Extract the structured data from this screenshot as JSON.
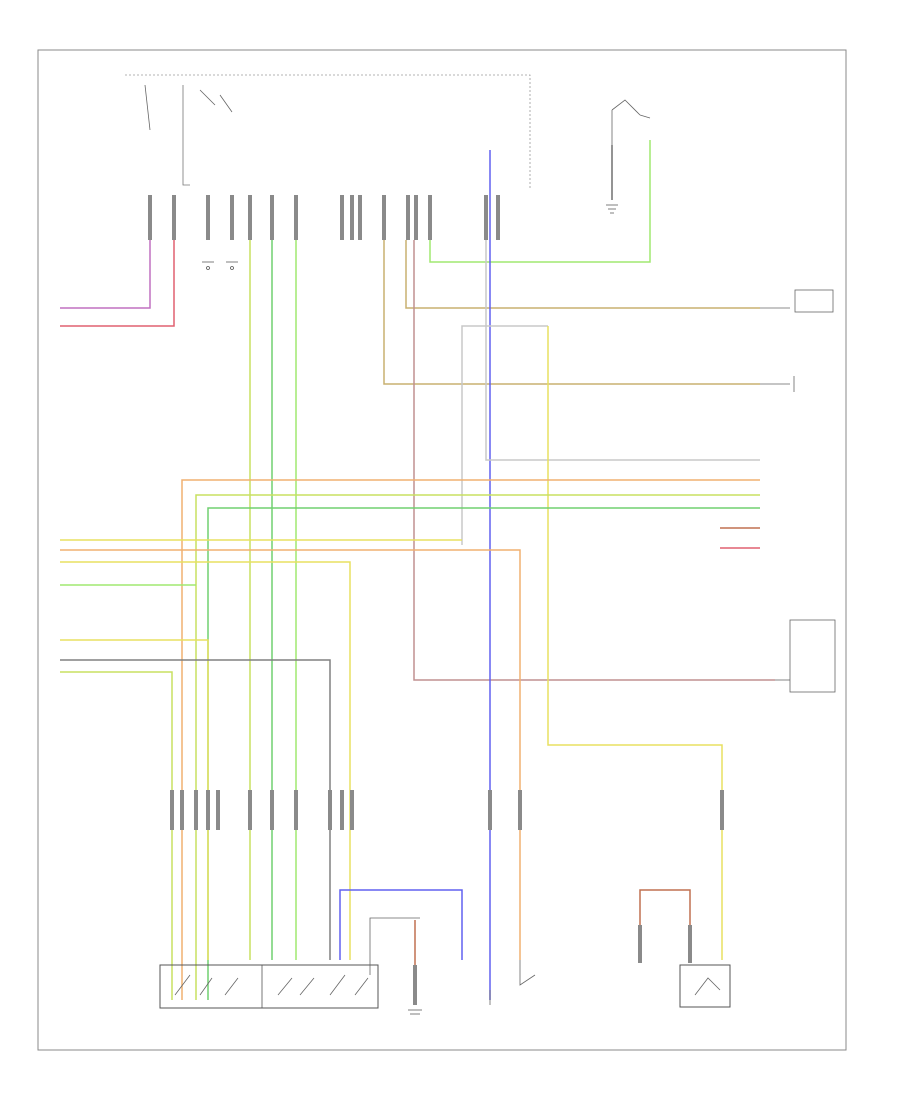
{
  "diagram": {
    "footer_label": "",
    "colors": {
      "violet": "#c070c0",
      "red_pink": "#e06070",
      "yellow_green": "#c8e060",
      "green": "#70d070",
      "light_green": "#a0e870",
      "yellow": "#e8e060",
      "orange": "#f0b070",
      "tan": "#c8b070",
      "grey": "#808080",
      "blue": "#6060f0",
      "brown": "#c07050",
      "mauve": "#c09090",
      "light_grey": "#c8c8c8",
      "frame": "#707070"
    },
    "components": [
      {
        "id": "top-module",
        "label": ""
      },
      {
        "id": "top-right-switch",
        "label": ""
      },
      {
        "id": "right-connector-a",
        "label": ""
      },
      {
        "id": "right-connector-b",
        "label": ""
      },
      {
        "id": "right-module",
        "label": ""
      },
      {
        "id": "bottom-left-switch-block",
        "label": ""
      },
      {
        "id": "bottom-mid-connector",
        "label": ""
      },
      {
        "id": "bottom-center-switch",
        "label": ""
      },
      {
        "id": "bottom-right-switch",
        "label": ""
      }
    ]
  }
}
